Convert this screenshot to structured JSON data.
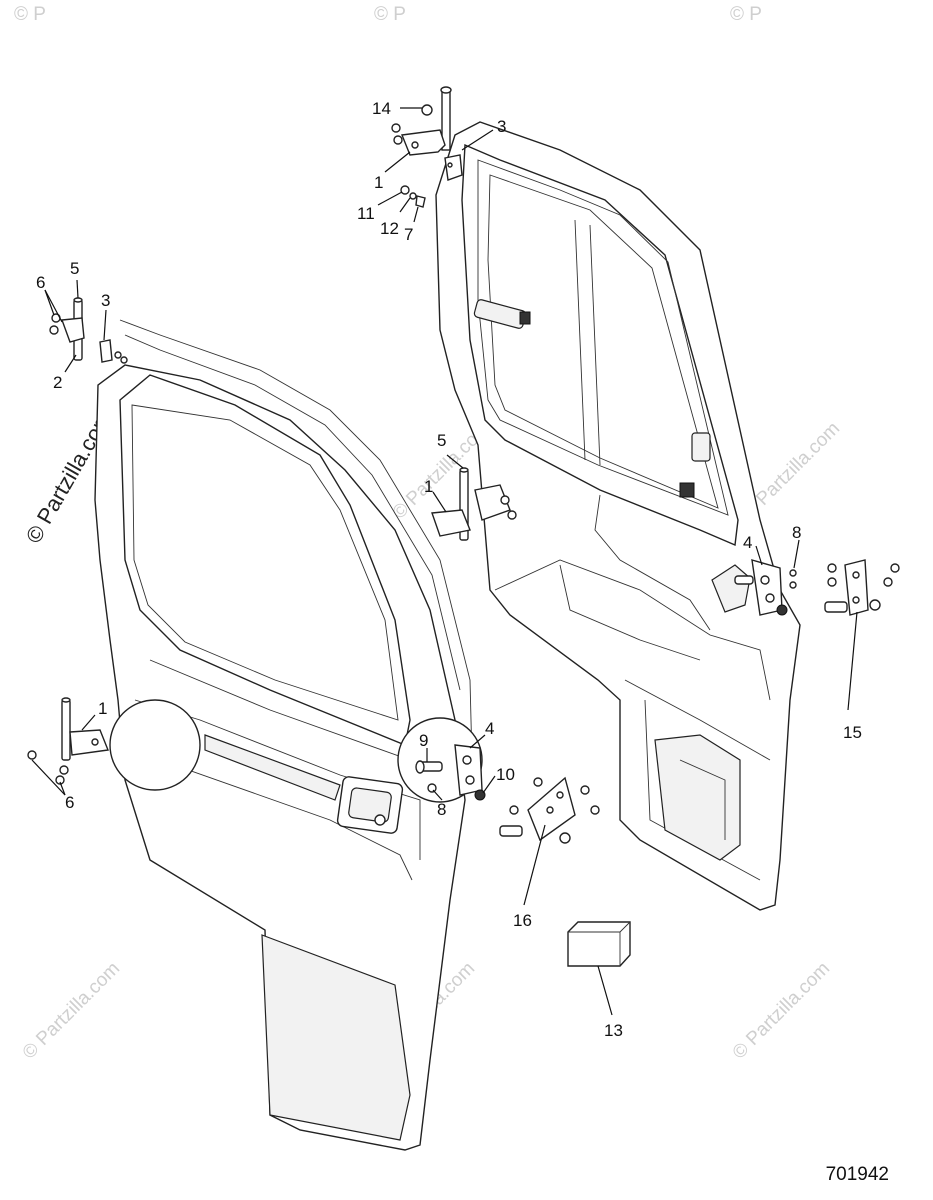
{
  "diagram_id": "701942",
  "watermark": {
    "side_text": "© Partzilla.com",
    "tile_text": "© Partzilla.com",
    "tile_prefix": "© P"
  },
  "callouts": {
    "c1_top": "1",
    "c1_left_top": "1",
    "c1_mid": "1",
    "c2": "2",
    "c3_top": "3",
    "c3_left": "3",
    "c4_left": "4",
    "c4_right": "4",
    "c5_left": "5",
    "c5_mid": "5",
    "c6_top": "6",
    "c6_bottom": "6",
    "c7": "7",
    "c8_left": "8",
    "c8_right": "8",
    "c9": "9",
    "c10": "10",
    "c11": "11",
    "c12": "12",
    "c13": "13",
    "c14": "14",
    "c15": "15",
    "c16": "16"
  }
}
